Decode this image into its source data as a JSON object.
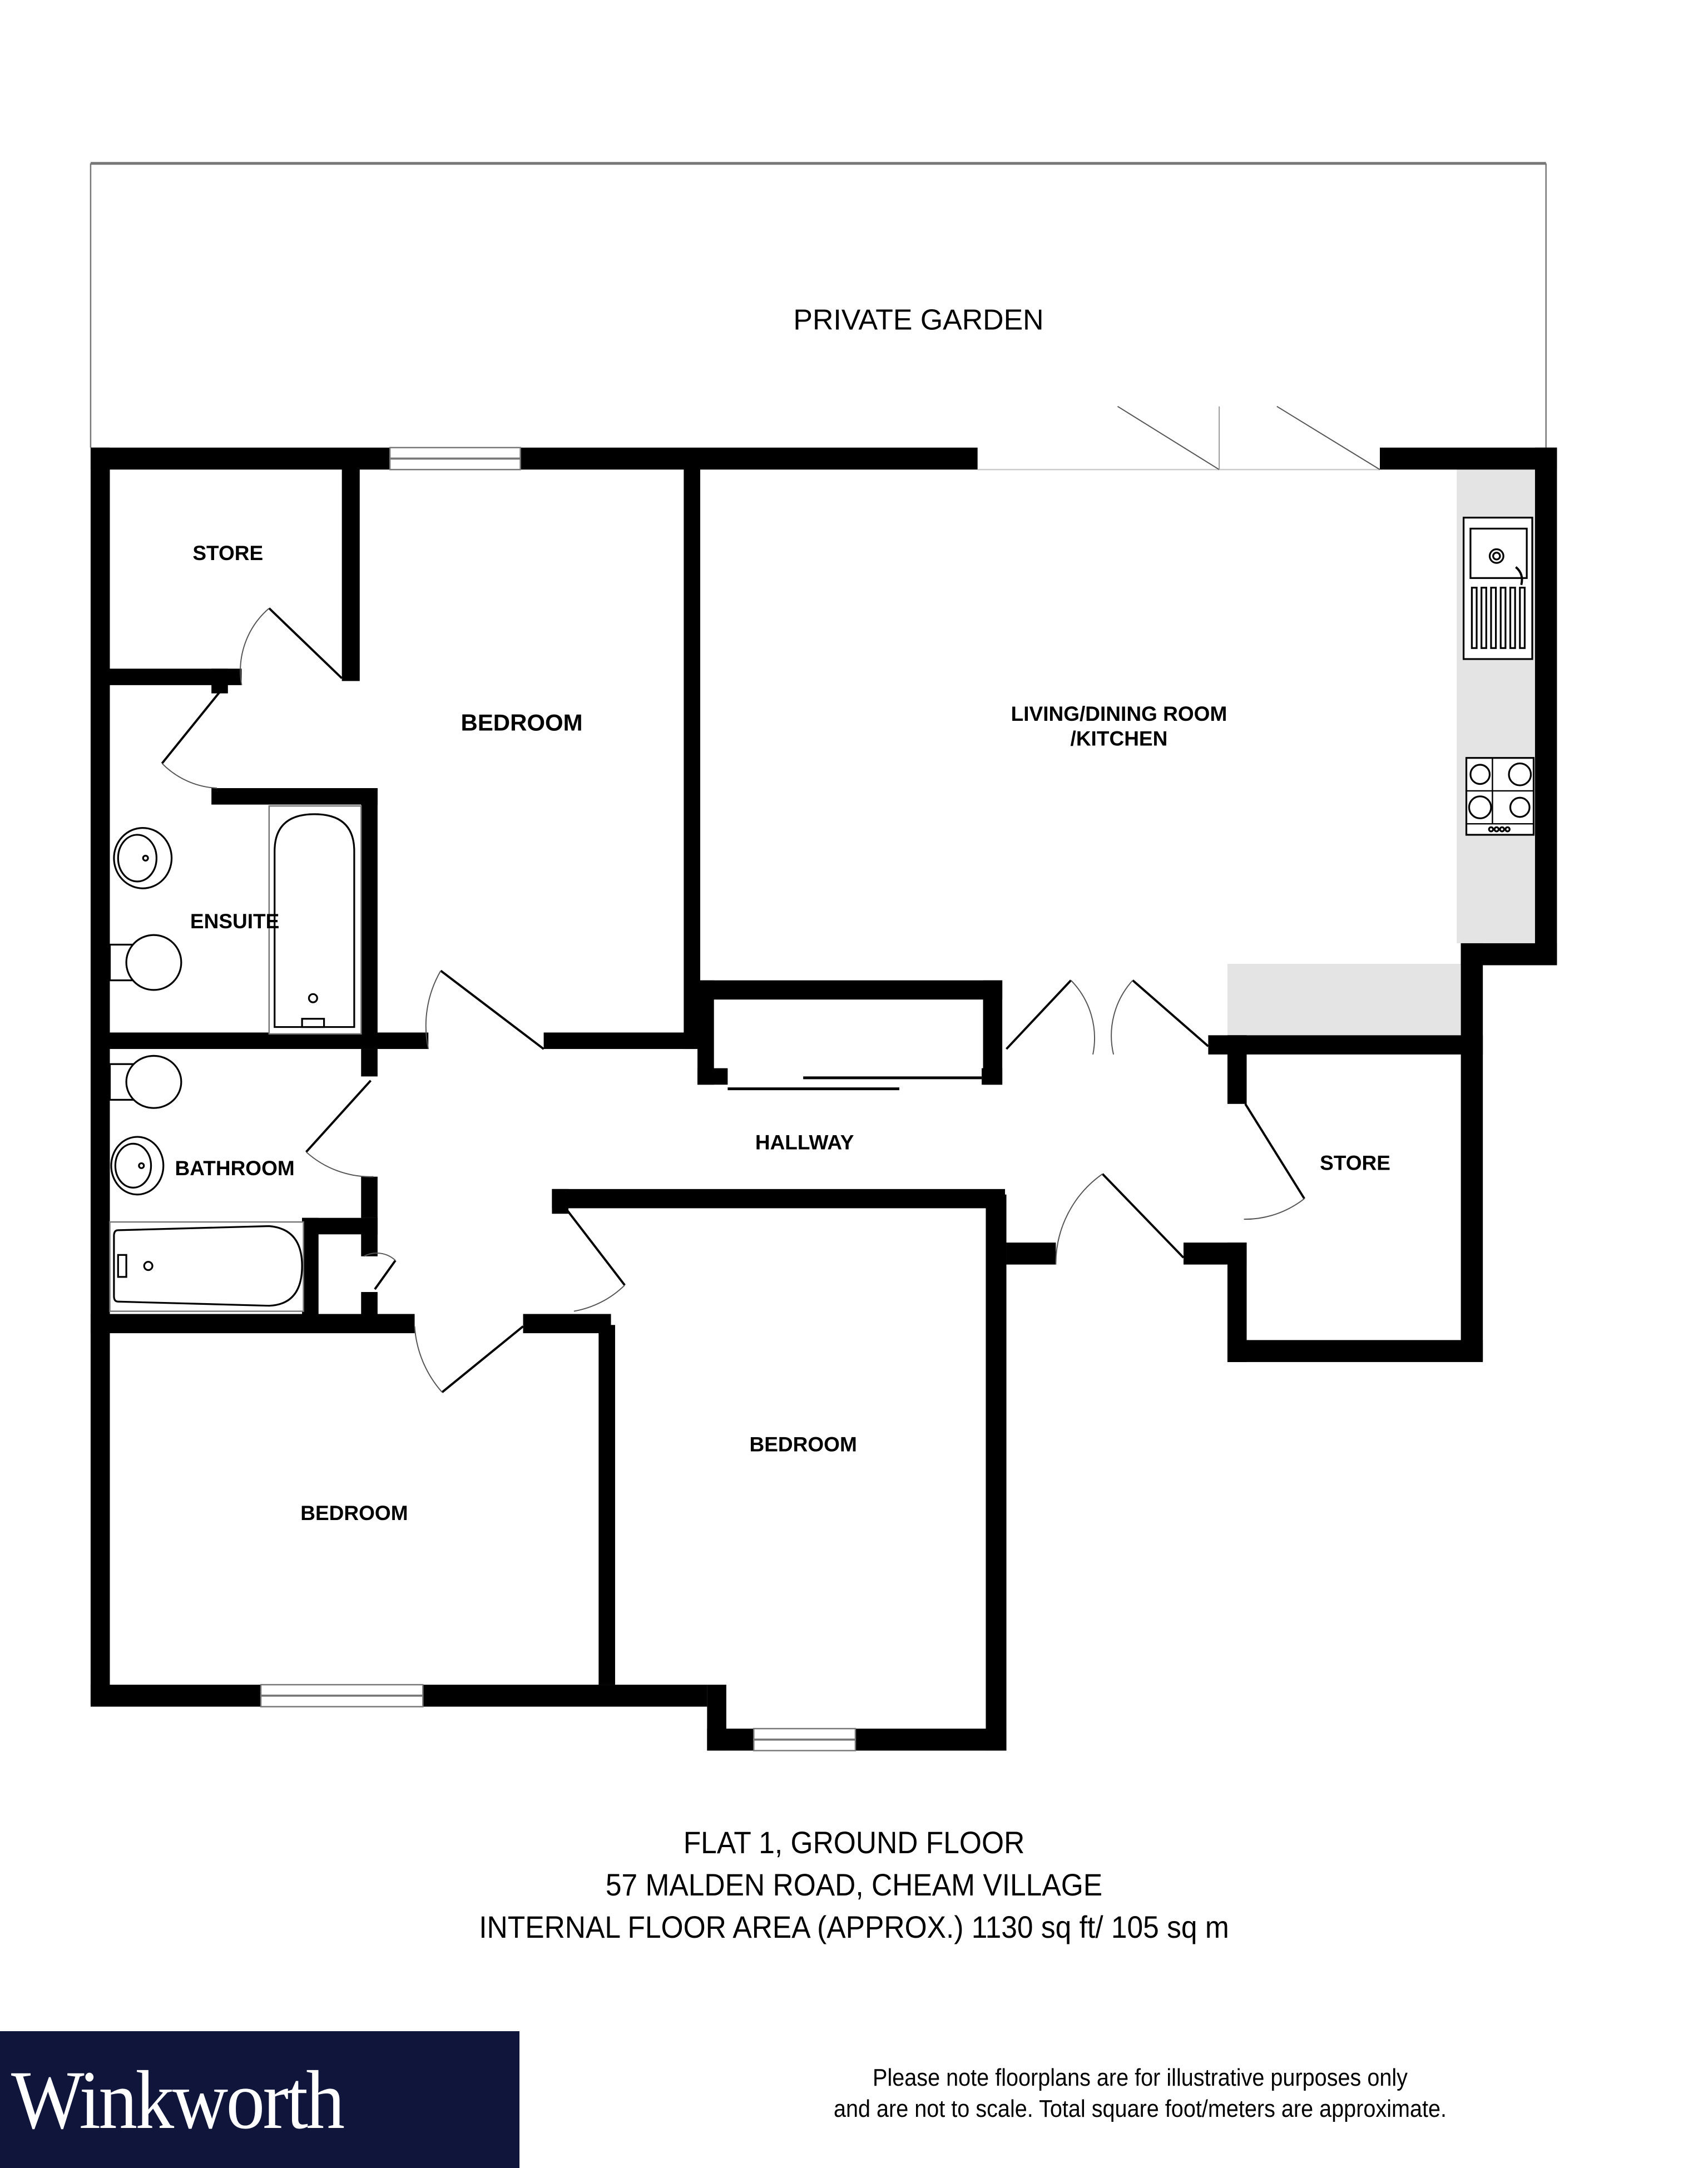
{
  "garden": {
    "label": "PRIVATE GARDEN"
  },
  "rooms": {
    "store_top": "STORE",
    "bedroom_1": "BEDROOM",
    "living": {
      "line1": "LIVING/DINING ROOM",
      "line2": "/KITCHEN"
    },
    "ensuite": "ENSUITE",
    "bathroom": "BATHROOM",
    "hallway": "HALLWAY",
    "store_right": "STORE",
    "bedroom_2": "BEDROOM",
    "bedroom_3": "BEDROOM"
  },
  "caption": {
    "line1": "FLAT 1, GROUND FLOOR",
    "line2": "57 MALDEN ROAD, CHEAM VILLAGE",
    "line3": "INTERNAL FLOOR AREA (APPROX.) 1130 sq ft/ 105 sq m"
  },
  "brand": {
    "name": "Winkworth",
    "background": "#10153b"
  },
  "disclaimer": {
    "line1": "Please note floorplans are for illustrative purposes only",
    "line2": "and are not to scale. Total square foot/meters are approximate."
  },
  "colors": {
    "wall": "#000000",
    "kitchen_counter": "#e4e4e4",
    "garden_border": "#777777"
  },
  "icons": [
    "sink-icon",
    "hob-icon",
    "bathtub-icon",
    "toilet-icon",
    "washbasin-icon",
    "door-swing-icon",
    "window-icon",
    "bifold-door-icon"
  ]
}
